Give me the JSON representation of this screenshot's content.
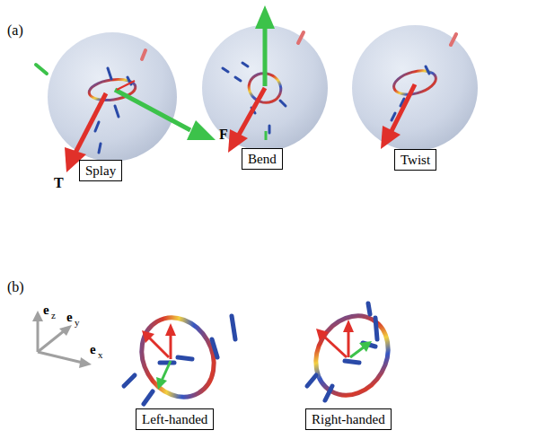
{
  "diagram": {
    "nodes": [
      {
        "text": [
          "Splay"
        ]
      },
      {
        "text": [
          "Bend"
        ]
      },
      {
        "text": [
          "Twist"
        ]
      },
      {
        "text": [
          "Left-handed"
        ]
      },
      {
        "text": [
          "Right-handed"
        ]
      }
    ],
    "labels": [
      "(a)",
      "T",
      "F",
      "(b)",
      "e",
      "z",
      "e",
      "y",
      "e",
      "x"
    ]
  }
}
